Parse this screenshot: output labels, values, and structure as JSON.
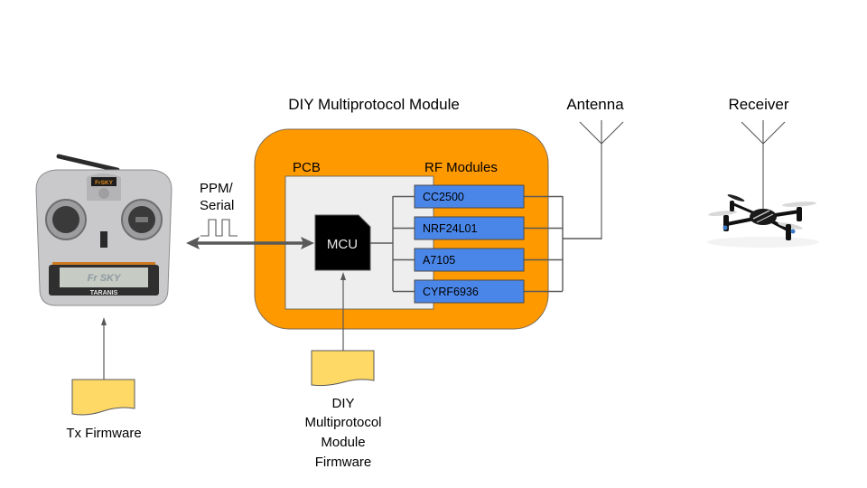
{
  "title": "DIY Multiprotocol Module",
  "labels": {
    "pcb": "PCB",
    "rf_modules": "RF Modules",
    "mcu": "MCU",
    "antenna": "Antenna",
    "receiver": "Receiver",
    "signal_line1": "PPM/",
    "signal_line2": "Serial",
    "tx_firmware": "Tx Firmware",
    "module_firmware": [
      "DIY",
      "Multiprotocol",
      "Module",
      "Firmware"
    ]
  },
  "rf_modules": [
    {
      "name": "CC2500"
    },
    {
      "name": "NRF24L01"
    },
    {
      "name": "A7105"
    },
    {
      "name": "CYRF6936"
    }
  ],
  "transmitter": {
    "brand": "FrSKY",
    "model": "TARANIS"
  },
  "colors": {
    "module_box": "#ff9900",
    "pcb": "#eeeeee",
    "rf_box": "#4a86e8",
    "mcu": "#000000",
    "document": "#ffd966",
    "line": "#595959"
  }
}
